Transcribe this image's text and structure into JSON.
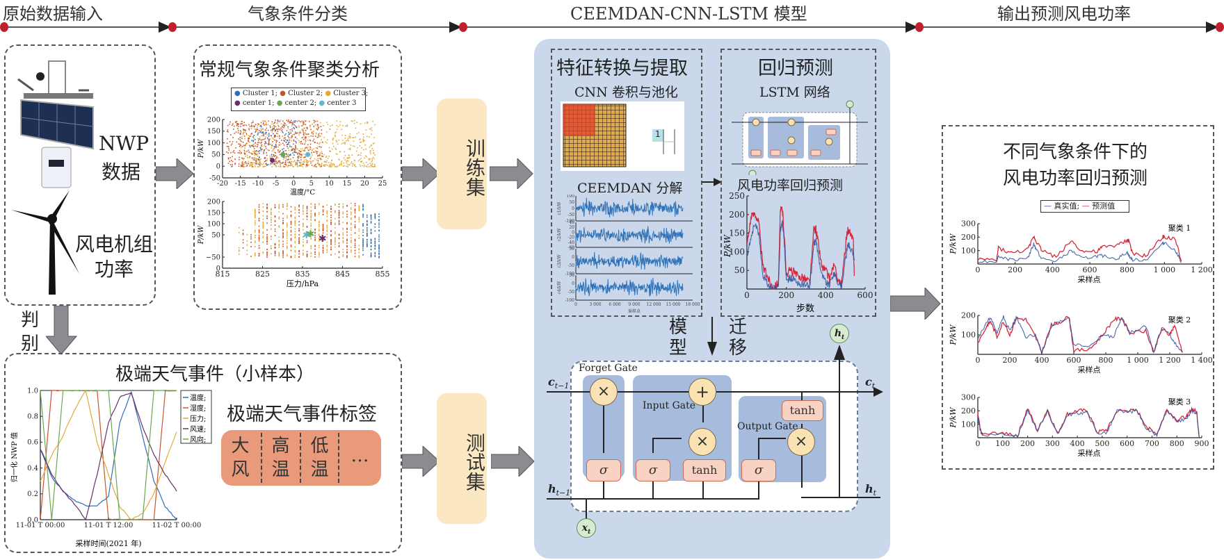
{
  "stages": [
    {
      "label": "原始数据输入"
    },
    {
      "label": "气象条件分类"
    },
    {
      "label": "CEEMDAN-CNN-LSTM 模型"
    },
    {
      "label": "输出预测风电功率"
    }
  ],
  "colors": {
    "timeline_dot": "#c0202c",
    "model_bg": "#cbd8ec",
    "gate_bg": "#a7bcdd",
    "set_box": "#fbe8c3",
    "event_tag": "#e89a7a",
    "true_series": "#2b4f9e",
    "pred_series": "#d4283c",
    "cluster1": "#2f6db3",
    "cluster2": "#c8532a",
    "cluster3": "#e3a93a",
    "center1": "#6b2d6b",
    "center2": "#6aa84f",
    "center3": "#5bb8d6"
  },
  "input": {
    "nwp_label_1": "NWP",
    "nwp_label_2": "数据",
    "turbine_label_1": "风电机组",
    "turbine_label_2": "功率",
    "judge_label_1": "判",
    "judge_label_2": "别",
    "icons": [
      "weather-station-icon",
      "wind-turbine-icon"
    ]
  },
  "clustering": {
    "title": "常规气象条件聚类分析",
    "legend": [
      "Cluster 1;",
      "Cluster 2;",
      "Cluster 3;",
      "center 1;",
      "center 2;",
      "center 3"
    ]
  },
  "extreme": {
    "title": "极端天气事件（小样本）",
    "tags_title": "极端天气事件标签",
    "tags": [
      {
        "line1": "大",
        "line2": "风"
      },
      {
        "line1": "高",
        "line2": "温"
      },
      {
        "line1": "低",
        "line2": "温"
      },
      {
        "line1": "…",
        "line2": ""
      }
    ]
  },
  "sets": {
    "train": "训练集",
    "test": "测试集"
  },
  "model": {
    "feature_title": "特征转换与提取",
    "cnn_label": "CNN 卷积与池化",
    "cnn_pool_value": "1",
    "ceemdan_label": "CEEMDAN 分解",
    "regression_title": "回归预测",
    "lstm_label": "LSTM 网络",
    "transfer_left_1": "模",
    "transfer_left_2": "型",
    "transfer_right_1": "迁",
    "transfer_right_2": "移",
    "lstm_cell": {
      "forget_gate": "Forget Gate",
      "input_gate": "Input Gate",
      "output_gate": "Output Gate",
      "multiply": "×",
      "add": "+",
      "sigma": "σ",
      "tanh": "tanh",
      "c_prev": "c",
      "c_prev_sub": "t−1",
      "c_next": "c",
      "c_next_sub": "t",
      "h_prev": "h",
      "h_prev_sub": "t−1",
      "h_next": "h",
      "h_next_sub": "t",
      "x_in": "x",
      "x_in_sub": "t",
      "h_out": "h",
      "h_out_sub": "t"
    }
  },
  "output": {
    "title_1": "不同气象条件下的",
    "title_2": "风电功率回归预测",
    "legend": [
      "真实值;",
      "预测值"
    ]
  },
  "chart_data": [
    {
      "id": "scatter-temperature",
      "type": "scatter",
      "title": "",
      "xlabel": "温度/°C",
      "ylabel": "P/kW",
      "xlim": [
        -20,
        25
      ],
      "ylim": [
        -50,
        200
      ],
      "xticks": [
        -20,
        -15,
        -10,
        -5,
        0,
        5,
        10,
        15,
        20,
        25
      ],
      "yticks": [
        -50,
        0,
        50,
        100,
        150,
        200
      ],
      "legend": [
        "Cluster 1",
        "Cluster 2",
        "Cluster 3",
        "center 1",
        "center 2",
        "center 3"
      ],
      "legend_position": "top",
      "series": [
        {
          "name": "Cluster 1",
          "x_range": [
            -12,
            2
          ],
          "y_range": [
            0,
            200
          ]
        },
        {
          "name": "Cluster 2",
          "x_range": [
            -19,
            8
          ],
          "y_range": [
            0,
            200
          ]
        },
        {
          "name": "Cluster 3",
          "x_range": [
            -15,
            23
          ],
          "y_range": [
            0,
            200
          ]
        }
      ],
      "centers": [
        {
          "name": "center 1",
          "x": -6,
          "y": 25
        },
        {
          "name": "center 2",
          "x": -3,
          "y": 50
        },
        {
          "name": "center 3",
          "x": 4,
          "y": 50
        }
      ]
    },
    {
      "id": "scatter-pressure",
      "type": "scatter",
      "xlabel": "压力/hPa",
      "ylabel": "P/kW",
      "xlim": [
        815,
        855
      ],
      "ylim": [
        -50,
        200
      ],
      "xticks": [
        815,
        825,
        835,
        845,
        855
      ],
      "yticks": [
        "0",
        "−50",
        "50",
        "100",
        "150",
        "200"
      ],
      "series": [
        {
          "name": "Cluster 3",
          "x_range": [
            819,
            848
          ],
          "y_range": [
            0,
            200
          ]
        },
        {
          "name": "Cluster 2",
          "x_range": [
            823,
            848
          ],
          "y_range": [
            0,
            200
          ]
        },
        {
          "name": "Cluster 1",
          "x_range": [
            843,
            854
          ],
          "y_range": [
            0,
            180
          ]
        }
      ],
      "centers": [
        {
          "name": "center 3",
          "x": 836,
          "y": 50
        },
        {
          "name": "center 2",
          "x": 837,
          "y": 55
        },
        {
          "name": "center 1",
          "x": 840,
          "y": 35
        }
      ]
    },
    {
      "id": "nwp-normalized",
      "type": "line",
      "xlabel": "采样时间(2021 年)",
      "ylabel": "归一化 NWP 值",
      "xticks": [
        "11-01 T 00:00",
        "11-01 T 12:00",
        "11-02 T 00:00"
      ],
      "yticks": [
        0.0,
        0.2,
        0.4,
        0.6,
        0.8,
        1.0
      ],
      "ylim": [
        0,
        1
      ],
      "legend": [
        "温度;",
        "湿度;",
        "压力;",
        "风速;",
        "风向;"
      ],
      "legend_position": "right",
      "x": [
        0,
        2,
        4,
        6,
        8,
        10,
        12,
        14,
        16,
        18,
        20,
        22,
        24
      ],
      "series": [
        {
          "name": "温度",
          "color": "#2f6db3",
          "values": [
            0.55,
            0.33,
            0.22,
            0.15,
            0.11,
            0.11,
            0.18,
            0.75,
            0.99,
            0.65,
            0.3,
            0.1,
            0.0
          ]
        },
        {
          "name": "湿度",
          "color": "#c8532a",
          "values": [
            0.0,
            1.0,
            1.0,
            1.0,
            1.0,
            1.0,
            0.0,
            0.0,
            0.0,
            0.0,
            0.0,
            1.0,
            1.0
          ]
        },
        {
          "name": "压力",
          "color": "#e3a93a",
          "values": [
            0.3,
            0.5,
            0.65,
            0.85,
            1.0,
            0.6,
            0.35,
            0.1,
            0.0,
            0.05,
            0.2,
            0.45,
            0.68
          ]
        },
        {
          "name": "风速",
          "color": "#6b2d6b",
          "values": [
            0.55,
            0.35,
            0.22,
            0.12,
            0.0,
            0.35,
            0.75,
            0.95,
            0.98,
            0.72,
            0.5,
            0.35,
            0.22
          ]
        },
        {
          "name": "风向",
          "color": "#6aa84f",
          "values": [
            1.0,
            0.0,
            1.0,
            1.0,
            1.0,
            1.0,
            1.0,
            0.0,
            0.0,
            0.0,
            1.0,
            1.0,
            1.0
          ]
        }
      ]
    },
    {
      "id": "ceemdan-imfs",
      "type": "line",
      "title": "CEEMDAN 分解",
      "xlabel": "采样点",
      "xlim": [
        0,
        18000
      ],
      "xticks": [
        "0",
        "3 000",
        "6 000",
        "9 000",
        "12 000",
        "15 000",
        "18 000"
      ],
      "panels": [
        {
          "ylabel": "c1/kW",
          "yticks": [
            -100,
            -50,
            0,
            50,
            100
          ],
          "amplitude": 50
        },
        {
          "ylabel": "c2/kW",
          "yticks": [
            -60,
            -40,
            -20,
            0,
            20,
            40
          ],
          "amplitude": 40
        },
        {
          "ylabel": "c3/kW",
          "yticks": [
            -100,
            -50,
            0,
            50
          ],
          "amplitude": 60
        },
        {
          "ylabel": "c4/kW",
          "yticks": [
            -100,
            -50,
            0,
            50
          ],
          "amplitude": 60
        }
      ],
      "data_extent": 16500
    },
    {
      "id": "wind-power-regression",
      "type": "line",
      "title": "风电功率回归预测",
      "xlabel": "步数",
      "ylabel": "P/kW",
      "xlim": [
        0,
        600
      ],
      "ylim": [
        0,
        250
      ],
      "xticks": [
        0,
        200,
        400,
        600
      ],
      "yticks": [
        50,
        100,
        150,
        200,
        250
      ],
      "x": [
        0,
        20,
        40,
        60,
        80,
        100,
        120,
        140,
        160,
        170,
        180,
        190,
        200,
        220,
        240,
        260,
        280,
        300,
        320,
        340,
        350,
        360,
        380,
        400,
        420,
        440,
        460,
        480,
        500,
        510,
        520,
        540,
        545
      ],
      "series": [
        {
          "name": "真实值",
          "color": "#2b4f9e",
          "values": [
            80,
            140,
            175,
            150,
            40,
            20,
            5,
            0,
            10,
            160,
            180,
            120,
            20,
            30,
            25,
            10,
            15,
            10,
            10,
            120,
            130,
            100,
            40,
            20,
            10,
            45,
            20,
            5,
            80,
            110,
            120,
            90,
            80
          ]
        },
        {
          "name": "预测值",
          "color": "#d4283c",
          "values": [
            120,
            190,
            205,
            180,
            60,
            40,
            15,
            5,
            20,
            210,
            215,
            140,
            40,
            50,
            45,
            30,
            35,
            25,
            20,
            160,
            160,
            130,
            60,
            50,
            25,
            65,
            30,
            10,
            110,
            160,
            150,
            130,
            35
          ]
        }
      ]
    },
    {
      "id": "cluster-1-prediction",
      "type": "line",
      "title": "聚类 1",
      "xlabel": "采样点",
      "ylabel": "P/kW",
      "xlim": [
        0,
        1200
      ],
      "ylim": [
        0,
        300
      ],
      "xticks": [
        "0",
        "200",
        "400",
        "600",
        "800",
        "1 000",
        "1 200"
      ],
      "yticks": [
        100,
        200,
        300
      ],
      "x": [
        0,
        100,
        110,
        180,
        270,
        300,
        310,
        340,
        420,
        500,
        560,
        640,
        670,
        750,
        800,
        810,
        830,
        900,
        990,
        1000,
        1060,
        1090
      ],
      "series": [
        {
          "name": "真实值",
          "color": "#2b4f9e",
          "values": [
            20,
            20,
            60,
            30,
            50,
            150,
            120,
            40,
            20,
            100,
            40,
            60,
            60,
            40,
            90,
            60,
            30,
            30,
            150,
            160,
            100,
            10
          ]
        },
        {
          "name": "预测值",
          "color": "#d4283c",
          "values": [
            40,
            20,
            120,
            80,
            110,
            205,
            180,
            110,
            50,
            175,
            95,
            90,
            130,
            140,
            175,
            175,
            70,
            60,
            200,
            205,
            180,
            20
          ]
        }
      ]
    },
    {
      "id": "cluster-2-prediction",
      "type": "line",
      "title": "聚类 2",
      "xlabel": "采样点",
      "ylabel": "P/kW",
      "xlim": [
        0,
        1400
      ],
      "ylim": [
        0,
        200
      ],
      "xticks": [
        "0",
        "200",
        "400",
        "600",
        "800",
        "1 000",
        "1 200",
        "1 400"
      ],
      "yticks": [
        100,
        200
      ],
      "x": [
        0,
        60,
        80,
        120,
        160,
        200,
        240,
        300,
        360,
        400,
        460,
        500,
        570,
        600,
        700,
        780,
        850,
        900,
        950,
        1050,
        1100,
        1150,
        1200,
        1230,
        1280
      ],
      "series": [
        {
          "name": "真实值",
          "color": "#2b4f9e",
          "values": [
            80,
            170,
            190,
            110,
            195,
            120,
            190,
            90,
            100,
            10,
            140,
            160,
            190,
            50,
            40,
            100,
            90,
            190,
            110,
            150,
            10,
            140,
            100,
            60,
            10
          ]
        },
        {
          "name": "预测值",
          "color": "#d4283c",
          "values": [
            60,
            150,
            170,
            90,
            170,
            100,
            185,
            180,
            90,
            10,
            150,
            160,
            195,
            20,
            25,
            100,
            180,
            185,
            110,
            120,
            10,
            130,
            100,
            150,
            10
          ]
        }
      ]
    },
    {
      "id": "cluster-3-prediction",
      "type": "line",
      "title": "聚类 3",
      "xlabel": "采样点",
      "ylabel": "P/kW",
      "xlim": [
        0,
        900
      ],
      "ylim": [
        0,
        300
      ],
      "xticks": [
        0,
        100,
        200,
        300,
        400,
        500,
        600,
        700,
        800,
        900
      ],
      "yticks": [
        100,
        200,
        300
      ],
      "x": [
        0,
        10,
        20,
        100,
        160,
        200,
        240,
        280,
        320,
        360,
        400,
        440,
        480,
        520,
        560,
        600,
        640,
        680,
        720,
        760,
        800,
        840,
        860,
        880,
        890
      ],
      "series": [
        {
          "name": "真实值",
          "color": "#2b4f9e",
          "values": [
            150,
            60,
            20,
            30,
            10,
            200,
            50,
            200,
            20,
            170,
            180,
            190,
            30,
            40,
            200,
            190,
            200,
            60,
            20,
            200,
            120,
            140,
            200,
            180,
            0
          ]
        },
        {
          "name": "预测值",
          "color": "#d4283c",
          "values": [
            180,
            60,
            20,
            40,
            15,
            220,
            50,
            210,
            30,
            175,
            200,
            200,
            40,
            60,
            200,
            200,
            200,
            80,
            30,
            210,
            130,
            160,
            215,
            190,
            0
          ]
        }
      ]
    }
  ]
}
